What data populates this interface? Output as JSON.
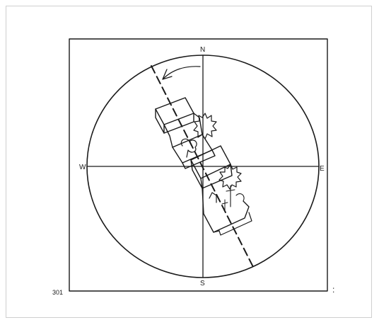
{
  "compass": {
    "north": "N",
    "south": "S",
    "west": "W",
    "east": "E"
  },
  "figure_number": "301",
  "trailing_mark": ":",
  "colors": {
    "ink": "#1a1a1a",
    "frame": "#cfcfcf",
    "background": "#ffffff"
  }
}
